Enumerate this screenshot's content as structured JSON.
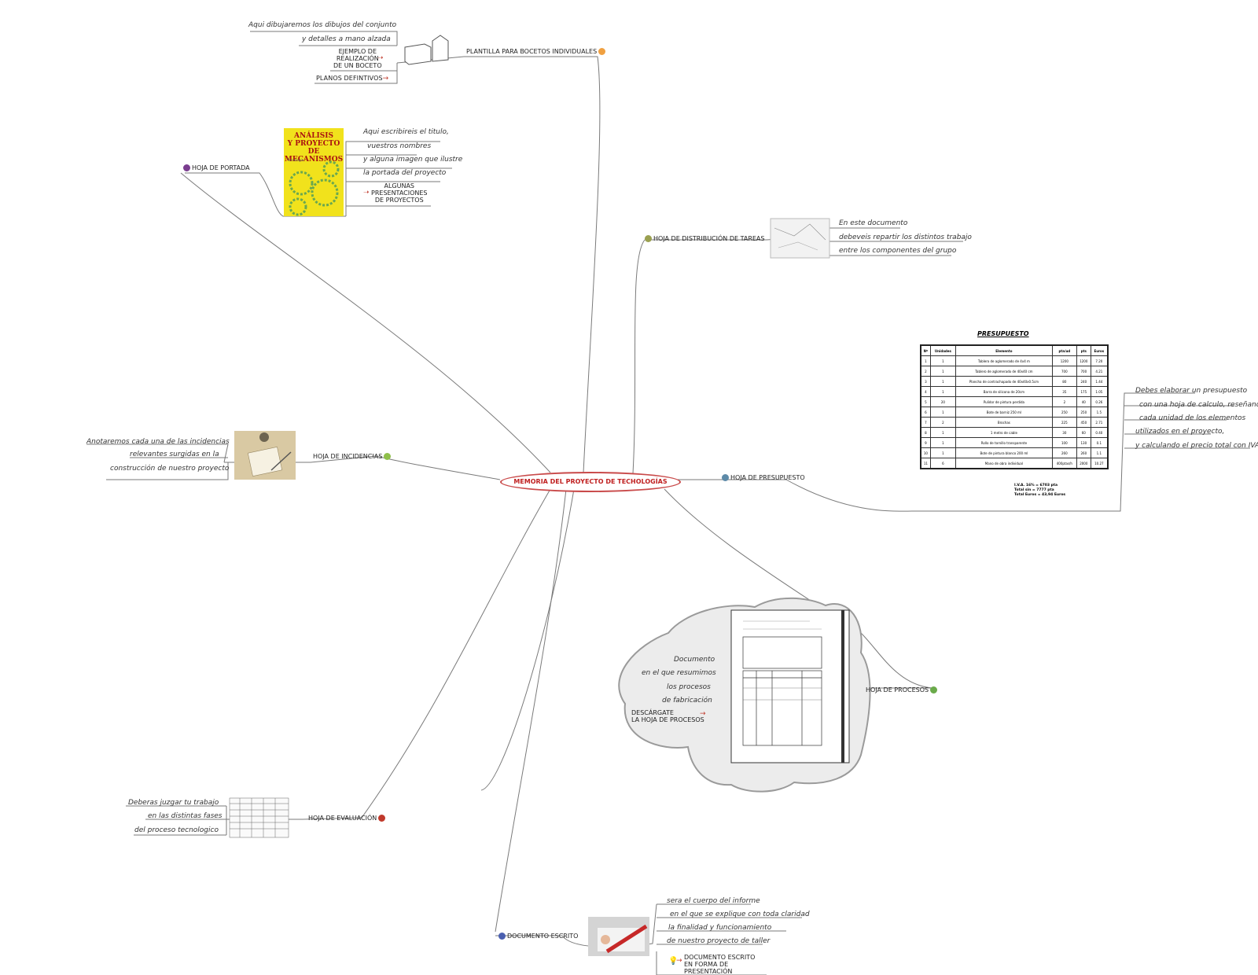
{
  "center": {
    "title": "MEMORIA DEL PROYECTO DE TECHOLOGÍAS"
  },
  "colors": {
    "center_border": "#c94a4a",
    "center_text": "#c02020",
    "link": "#777777",
    "arrow": "#c0392b",
    "cloud": "#eeeeee"
  },
  "plantilla": {
    "label": "PLANTILLA PARA  BOCETOS INDIVIDUALES",
    "icon": "orange-badge-icon",
    "notes": [
      "Aqui dibujaremos los dibujos del conjunto",
      "y detalles a mano alzada"
    ],
    "link1": [
      "EJEMPLO DE",
      "REALIZACIÓN",
      "DE UN BOCETO"
    ],
    "link2": "PLANOS DEFINTIVOS"
  },
  "portada": {
    "label": "HOJA DE PORTADA",
    "icon": "number-1-badge-icon",
    "cover": {
      "title_line1": "ANÁLISIS",
      "title_line2": "Y PROYECTO",
      "title_line3": "DE MECANISMOS",
      "small": "Tecnología"
    },
    "notes": [
      "Aqui escribireis el titulo,",
      "vuestros nombres",
      "y alguna imagen que ilustre",
      "la portada del proyecto"
    ],
    "link": [
      "ALGUNAS",
      "PRESENTACIONES",
      "DE PROYECTOS"
    ]
  },
  "distribucion": {
    "label": "HOJA DE DISTRIBUCIÓN DE TAREAS",
    "icon": "number-badge-icon",
    "notes": [
      "En este documento",
      "debeveis repartir los distintos trabajo",
      "entre los componentes del grupo"
    ]
  },
  "presupuesto": {
    "label": "HOJA DE PRESUPUESTO",
    "icon": "number-badge-icon",
    "table_title": "PRESUPUESTO",
    "headers": [
      "Nº",
      "Unidades",
      "Elemento",
      "pta/ud",
      "pts",
      "Euros"
    ],
    "rows": [
      [
        "1",
        "1",
        "Tablero de aglomerado de 4x4 m",
        "1200",
        "1200",
        "7.20"
      ],
      [
        "2",
        "1",
        "Tablero de aglomerado de 40x40 cm",
        "700",
        "700",
        "4.21"
      ],
      [
        "3",
        "1",
        "Plancha de contrachapado de 40x40x0.5cm",
        "80",
        "240",
        "1.44"
      ],
      [
        "4",
        "1",
        "Barra de silicona de 20cm",
        "35",
        "175",
        "1.05"
      ],
      [
        "5",
        "20",
        "Pulidor de pintura perdida",
        "2",
        "40",
        "0.26"
      ],
      [
        "6",
        "1",
        "Bote de barniz 250 ml",
        "250",
        "250",
        "1.5"
      ],
      [
        "7",
        "2",
        "Brochas",
        "225",
        "450",
        "2.71"
      ],
      [
        "8",
        "1",
        "1 metro de cable",
        "30",
        "60",
        "0.40"
      ],
      [
        "9",
        "1",
        "Rollo de tornillo transparente",
        "100",
        "130",
        "0.1"
      ],
      [
        "10",
        "1",
        "Bote de pintura blanco 200 ml",
        "260",
        "260",
        "1.1"
      ],
      [
        "11",
        "6",
        "Mano de obra individual",
        "400ptas/h",
        "2000",
        "10.27"
      ]
    ],
    "totals": [
      [
        "I.V.A. 16%",
        "=",
        "6703 pta"
      ],
      [
        "Total sin",
        "=",
        "7777 pta"
      ],
      [
        "Total Euros",
        "=",
        "43,94 Euros"
      ]
    ],
    "notes": [
      "Debes elaborar un presupuesto",
      "con una hoja de calculo, reseñando",
      "cada unidad de los elementos",
      "utilizados en el proyecto,",
      "y calculando el precio total con IVA"
    ]
  },
  "procesos": {
    "label": "HOJA DE PROCESOS",
    "icon": "green-plus-badge-icon",
    "notes": [
      "Documento",
      "en el que resumimos",
      "los procesos",
      "de fabricación"
    ],
    "link": [
      "DESCÁRGATE",
      "LA HOJA DE PROCESOS"
    ]
  },
  "incidencias": {
    "label": "HOJA DE INCIDENCIAS",
    "icon": "green-badge-icon",
    "notes": [
      "Anotaremos cada una de las incidencias",
      "relevantes surgidas en la",
      "construcción de nuestro proyecto"
    ]
  },
  "evaluacion": {
    "label": "HOJA DE EVALUACIÓN",
    "icon": "red-badge-icon",
    "notes": [
      "Deberas juzgar tu trabajo",
      "en las distintas fases",
      "del proceso tecnologico"
    ]
  },
  "documento": {
    "label": "DOCUMENTO ESCRITO",
    "icon": "blue-badge-icon",
    "notes": [
      "sera el cuerpo del informe",
      "en el que se explique con toda claridad",
      "la finalidad y funcionamiento",
      "de nuestro proyecto de taller"
    ],
    "link": [
      "DOCUMENTO ESCRITO",
      "EN FORMA DE",
      "PRESENTACIÓN"
    ]
  }
}
